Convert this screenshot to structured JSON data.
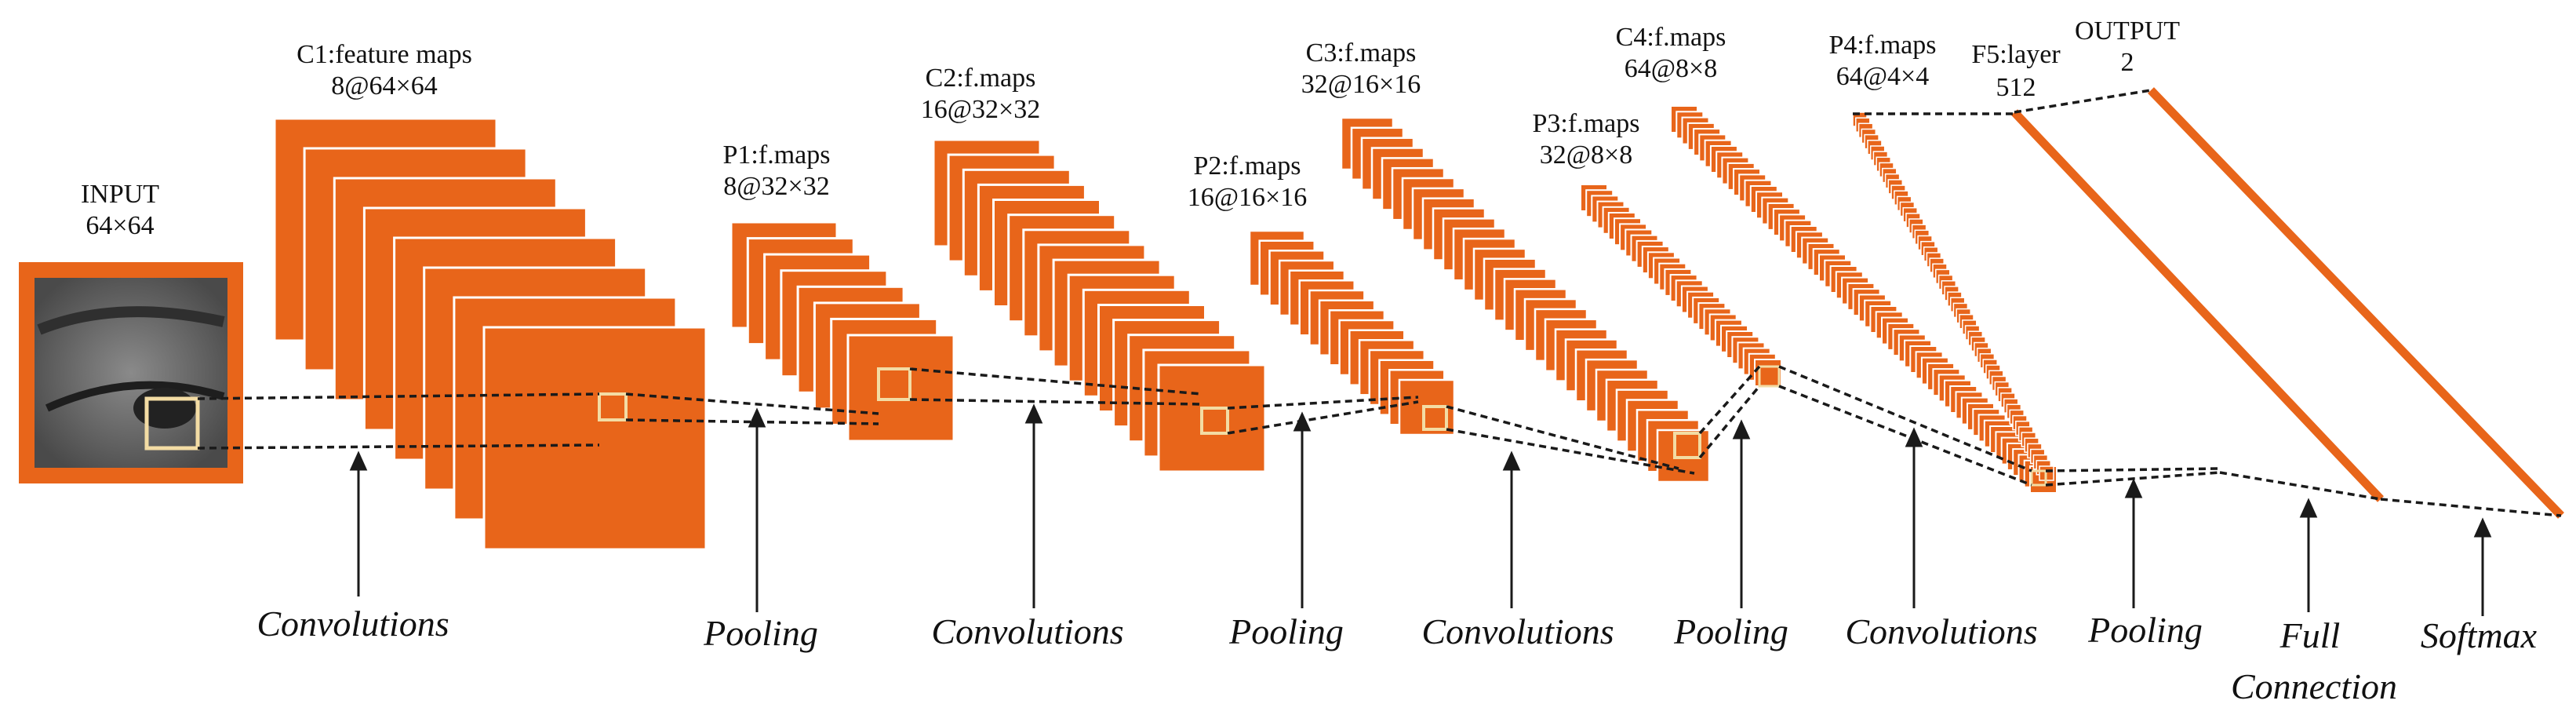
{
  "colors": {
    "map_fill": "#E8651A",
    "map_edge": "#FFFFFF",
    "window": "#F3DCA4",
    "line": "#1A1A1A",
    "eye_image": "#6B6B6B"
  },
  "stages": [
    {
      "id": "input",
      "name": "INPUT",
      "dims": "64×64",
      "icon": "eye-image"
    },
    {
      "id": "c1",
      "name": "C1:feature maps",
      "dims": "8@64×64"
    },
    {
      "id": "p1",
      "name": "P1:f.maps",
      "dims": "8@32×32"
    },
    {
      "id": "c2",
      "name": "C2:f.maps",
      "dims": "16@32×32"
    },
    {
      "id": "p2",
      "name": "P2:f.maps",
      "dims": "16@16×16"
    },
    {
      "id": "c3",
      "name": "C3:f.maps",
      "dims": "32@16×16"
    },
    {
      "id": "p3",
      "name": "P3:f.maps",
      "dims": "32@8×8"
    },
    {
      "id": "c4",
      "name": "C4:f.maps",
      "dims": "64@8×8"
    },
    {
      "id": "p4",
      "name": "P4:f.maps",
      "dims": "64@4×4"
    },
    {
      "id": "f5",
      "name": "F5:layer",
      "dims": "512"
    },
    {
      "id": "output",
      "name": "OUTPUT",
      "dims": "2"
    }
  ],
  "operations": [
    {
      "label": "Convolutions"
    },
    {
      "label": "Pooling"
    },
    {
      "label": "Convolutions"
    },
    {
      "label": "Pooling"
    },
    {
      "label": "Convolutions"
    },
    {
      "label": "Pooling"
    },
    {
      "label": "Convolutions"
    },
    {
      "label": "Pooling"
    },
    {
      "label": "Full",
      "label2": "Connection"
    },
    {
      "label": "Softmax"
    }
  ]
}
